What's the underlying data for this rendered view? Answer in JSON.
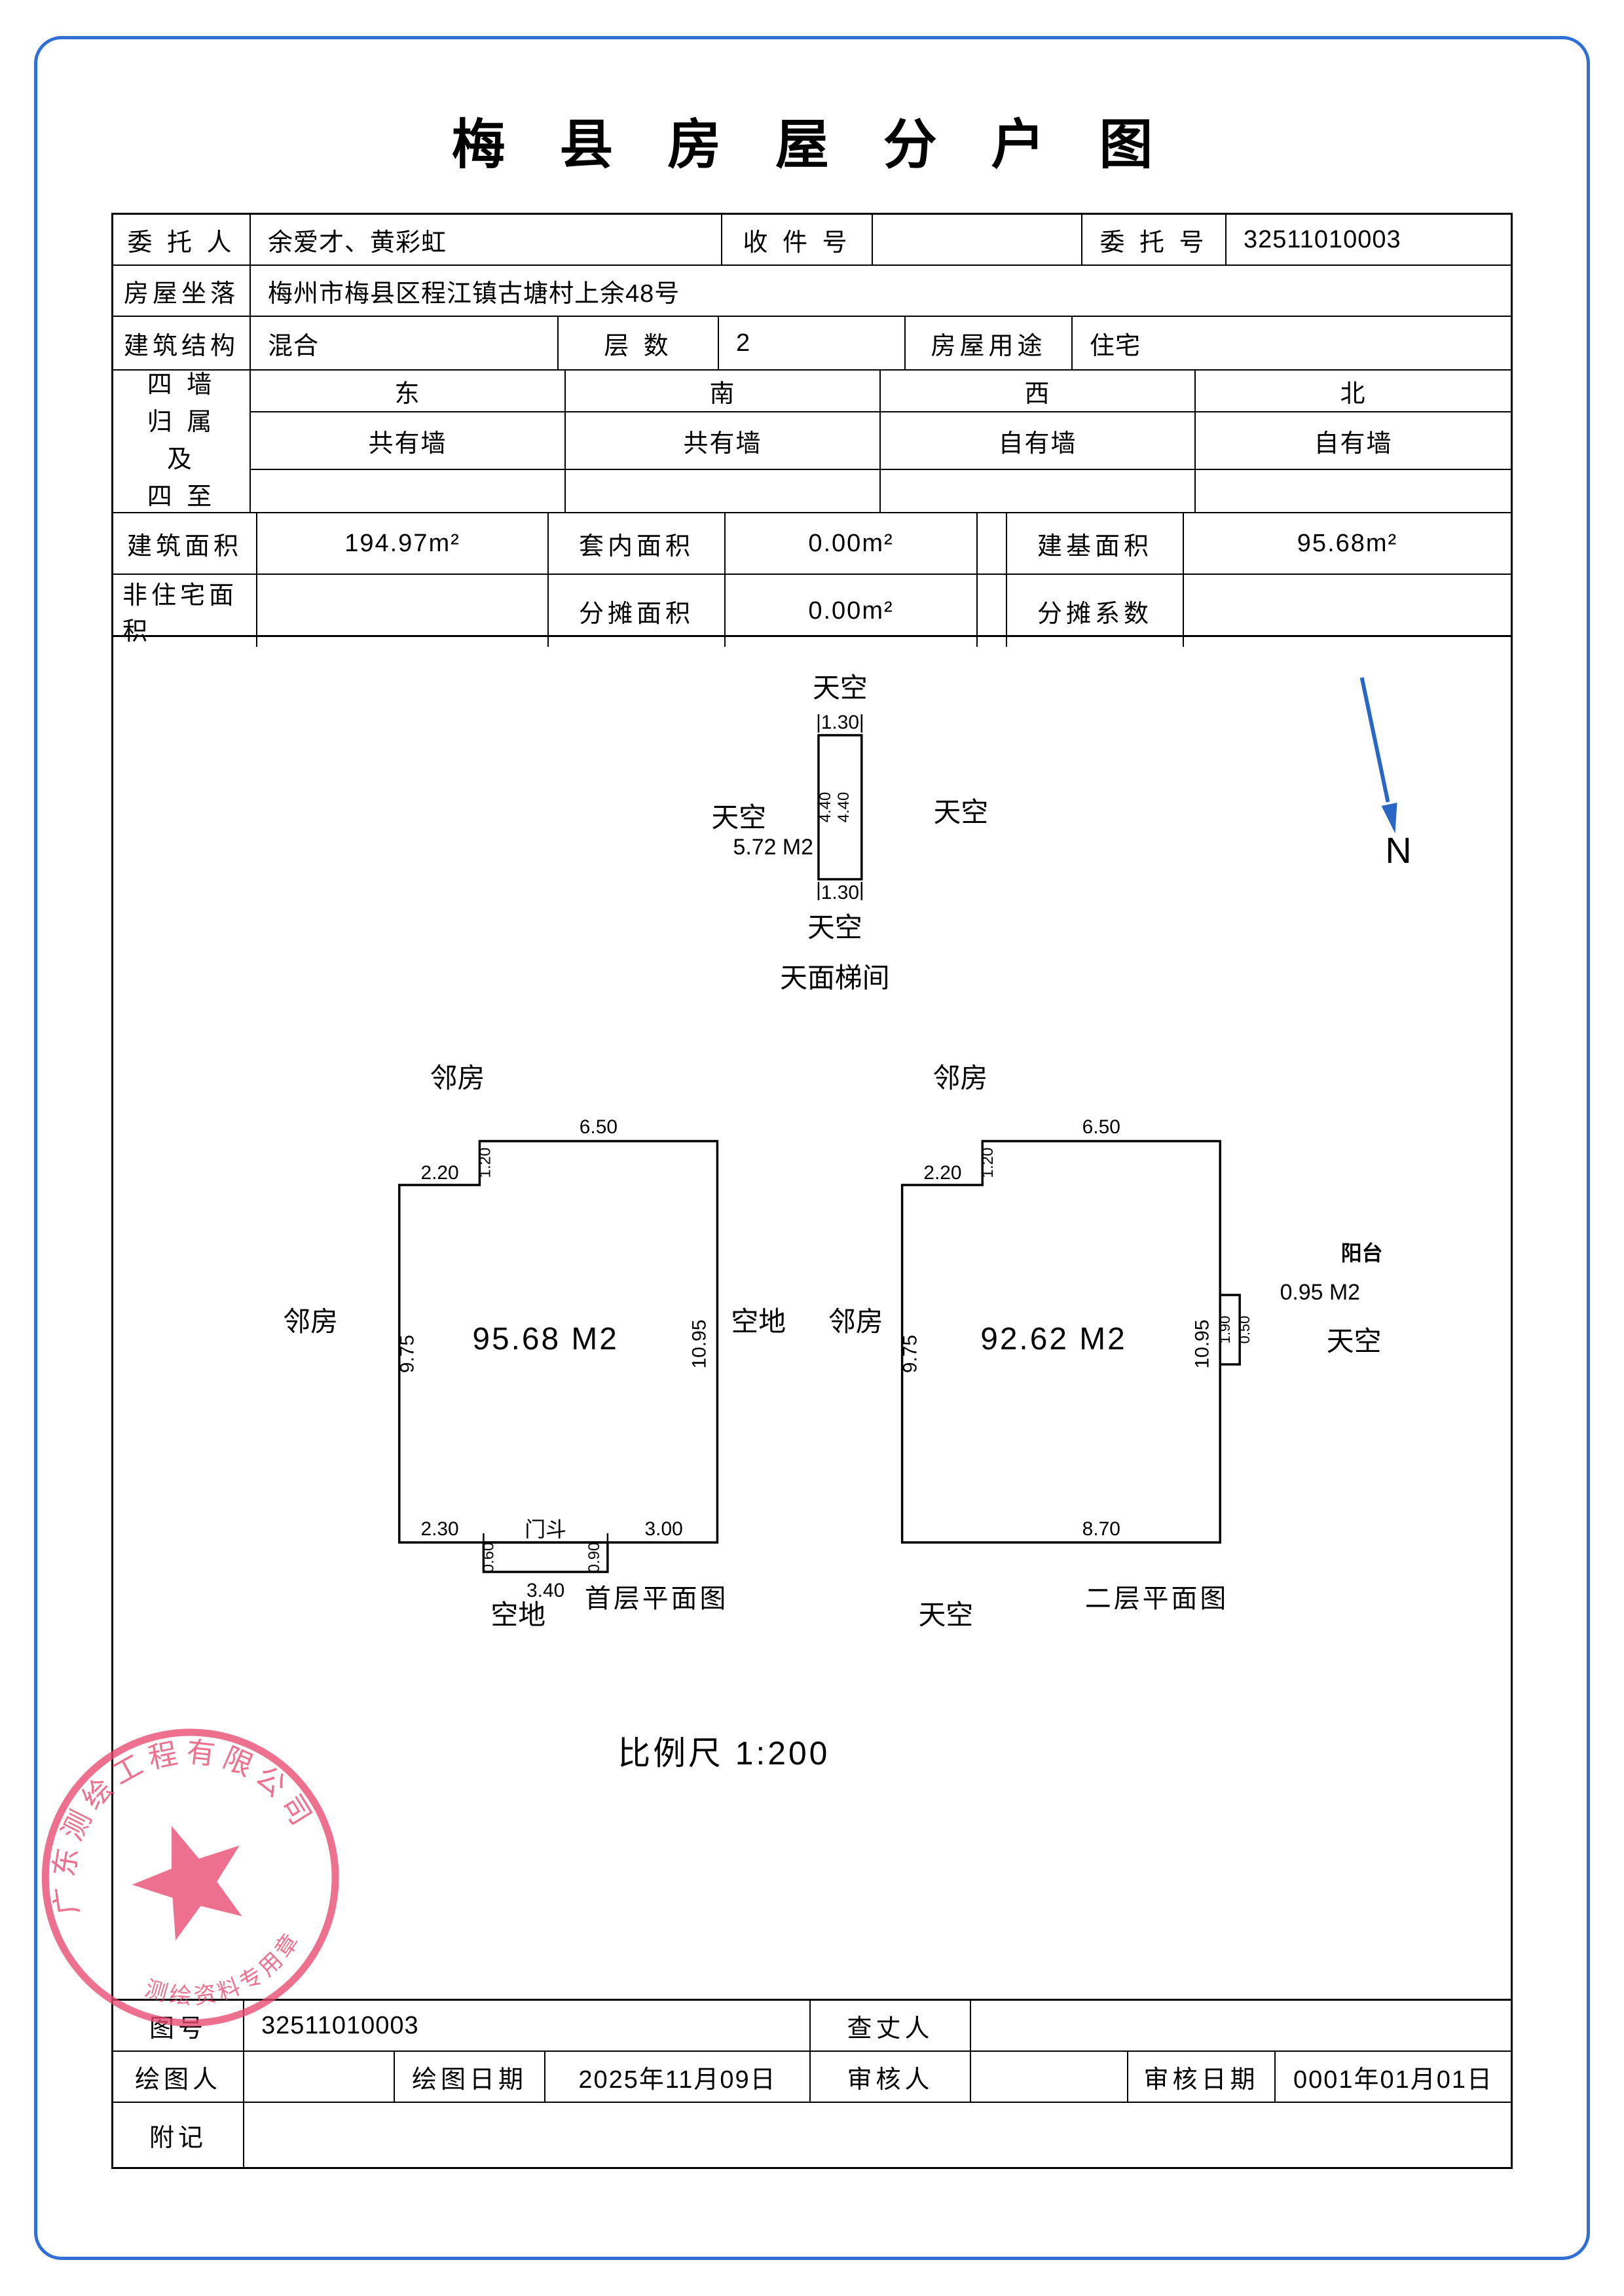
{
  "page": {
    "title": "梅 县 房 屋 分 户 图"
  },
  "info": {
    "client_label": "委 托 人",
    "client_value": "余爱才、黄彩虹",
    "receipt_label": "收 件 号",
    "receipt_value": "",
    "commission_label": "委 托 号",
    "commission_value": "32511010003",
    "location_label": "房屋坐落",
    "location_value": "梅州市梅县区程江镇古塘村上余48号",
    "structure_label": "建筑结构",
    "structure_value": "混合",
    "floors_label": "层  数",
    "floors_value": "2",
    "usage_label": "房屋用途",
    "usage_value": "住宅",
    "walls_label_lines": [
      "四 墙",
      "归 属",
      "及",
      "四 至"
    ],
    "walls_dirs": [
      "东",
      "南",
      "西",
      "北"
    ],
    "walls_values": [
      "共有墙",
      "共有墙",
      "自有墙",
      "自有墙"
    ],
    "building_area_label": "建筑面积",
    "building_area_value": "194.97m²",
    "inner_area_label": "套内面积",
    "inner_area_value": "0.00m²",
    "base_area_label": "建基面积",
    "base_area_value": "95.68m²",
    "non_res_label": "非住宅面积",
    "non_res_value": "",
    "shared_area_label": "分摊面积",
    "shared_area_value": "0.00m²",
    "shared_coef_label": "分摊系数",
    "shared_coef_value": ""
  },
  "drawing": {
    "north_label": "N",
    "scale_label": "比例尺 1:200",
    "roof": {
      "sky_top": "天空",
      "sky_left": "天空",
      "sky_right": "天空",
      "sky_bottom": "天空",
      "name": "天面梯间",
      "area": "5.72 M2",
      "dim_top": "1.30",
      "dim_bottom": "1.30",
      "dim_left": "4.40",
      "dim_right": "4.40"
    },
    "floor1": {
      "name": "首层平面图",
      "area": "95.68 M2",
      "neighbor_top": "邻房",
      "neighbor_left": "邻房",
      "open_right": "空地",
      "open_bottom": "空地",
      "porch": "门斗",
      "dim_top_left": "2.20",
      "dim_notch": "1.20",
      "dim_top": "6.50",
      "dim_left": "9.75",
      "dim_right": "10.95",
      "dim_bottom_left": "2.30",
      "dim_bottom_mid": "3.40",
      "dim_bottom_right": "3.00",
      "dim_porch_left": "0.60",
      "dim_porch_right": "0.90"
    },
    "floor2": {
      "name": "二层平面图",
      "area": "92.62 M2",
      "neighbor_top": "邻房",
      "neighbor_left": "邻房",
      "sky_bottom": "天空",
      "sky_right": "天空",
      "balcony": "阳台",
      "balcony_area": "0.95 M2",
      "dim_top_left": "2.20",
      "dim_notch": "1.20",
      "dim_top": "6.50",
      "dim_left": "9.75",
      "dim_right": "10.95",
      "dim_bottom": "8.70",
      "dim_balcony_h": "1.90",
      "dim_balcony_w": "0.50"
    },
    "stamp": {
      "arc_text": "广东测绘工程有限公司",
      "bottom_text": "测绘资料专用章"
    }
  },
  "footer": {
    "drawing_no_label": "图号",
    "drawing_no_value": "32511010003",
    "surveyor_label": "查丈人",
    "surveyor_value": "",
    "draftsman_label": "绘图人",
    "draftsman_value": "",
    "draw_date_label": "绘图日期",
    "draw_date_value": "2025年11月09日",
    "reviewer_label": "审核人",
    "reviewer_value": "",
    "review_date_label": "审核日期",
    "review_date_value": "0001年01月01日",
    "notes_label": "附记",
    "notes_value": ""
  }
}
